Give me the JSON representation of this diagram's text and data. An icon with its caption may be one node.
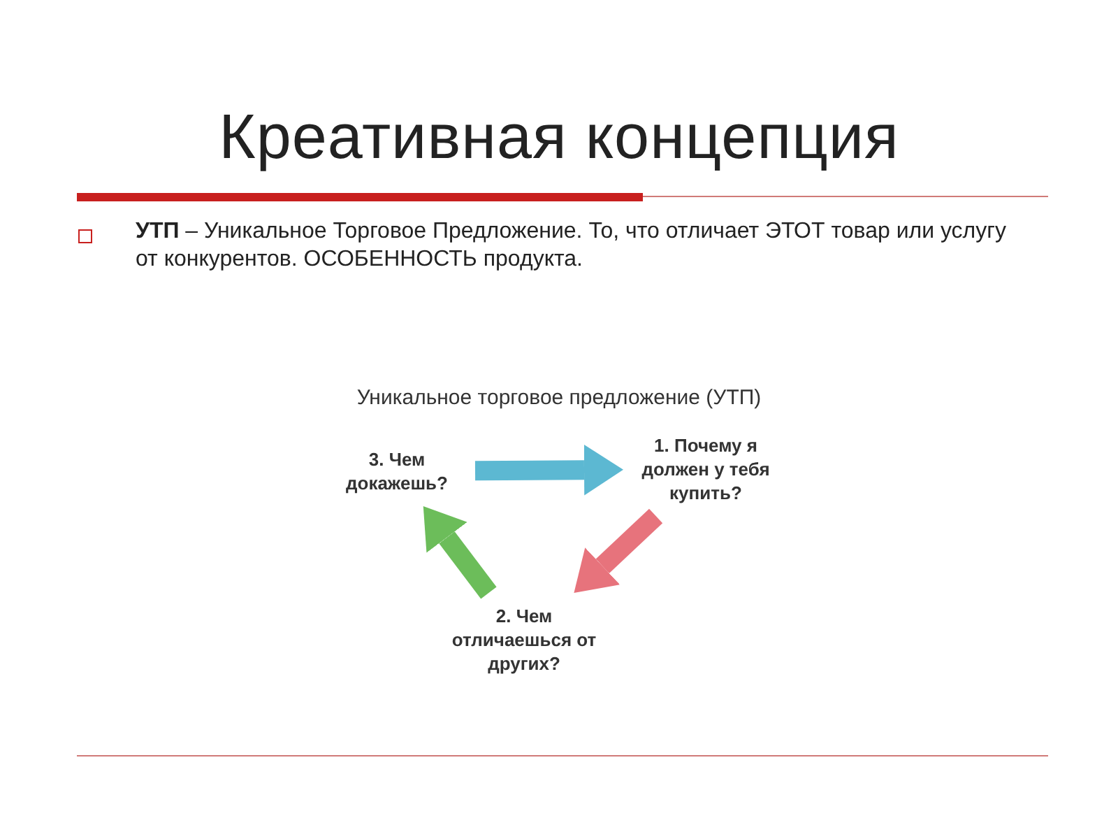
{
  "diagram": {
    "title": "Креативная концепция",
    "nodes": [
      {
        "text": [
          "3. Чем докажешь?"
        ]
      },
      {
        "text": [
          "1. Почему я должен у тебя купить?"
        ]
      },
      {
        "text": [
          "2. Чем отличаешься от других?"
        ]
      }
    ],
    "edges": [
      {
        "from": 0,
        "to": 1,
        "arrow": "to",
        "color": "#5cb8d2"
      },
      {
        "from": 1,
        "to": 2,
        "arrow": "to",
        "color": "#e7737c"
      },
      {
        "from": 2,
        "to": 0,
        "arrow": "to",
        "color": "#6cbd5a"
      }
    ],
    "labels": [
      "**УТП** – Уникальное Торговое Предложение. То, что отличает ЭТОТ товар или услугу от конкурентов. ОСОБЕННОСТЬ продукта.",
      "Уникальное торговое предложение (УТП)"
    ]
  }
}
